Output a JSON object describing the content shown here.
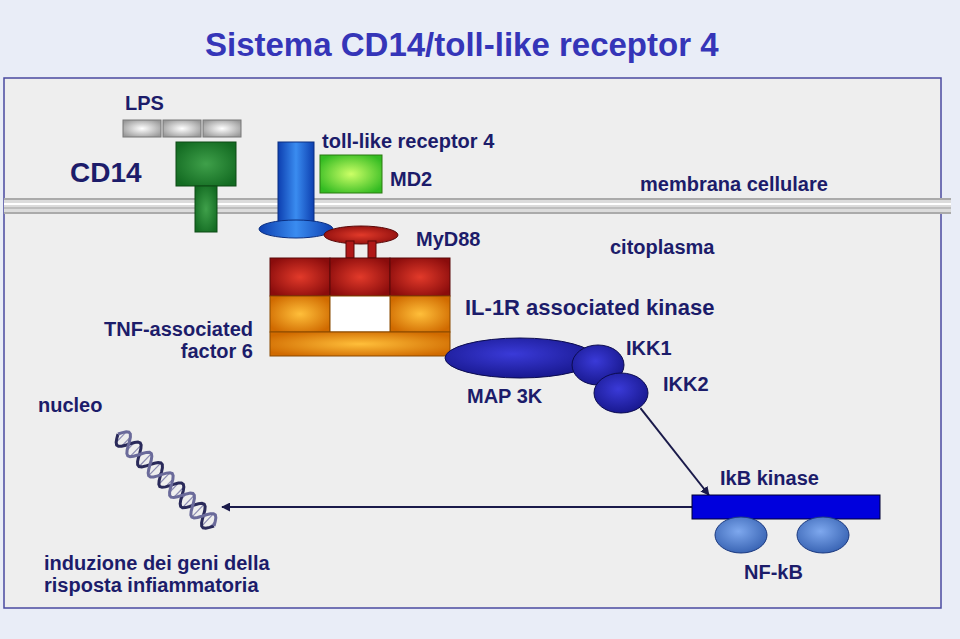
{
  "diagram": {
    "title": "Sistema CD14/toll-like receptor 4",
    "nodes": [
      {
        "text": [
          "CD14"
        ]
      },
      {
        "text": [
          "toll-like receptor 4"
        ]
      },
      {
        "text": [
          "MD2"
        ]
      },
      {
        "text": [
          "MyD88"
        ]
      },
      {
        "text": [
          "TNF-associated factor 6"
        ]
      },
      {
        "text": [
          "MAP 3K"
        ]
      },
      {
        "text": [
          "IKK1"
        ]
      },
      {
        "text": [
          "IKK2"
        ]
      },
      {
        "text": [
          "IkB kinase"
        ]
      },
      {
        "text": [
          "induzione dei geni della risposta infiammatoria"
        ]
      }
    ],
    "edges": [
      {
        "from": 7,
        "to": 8,
        "arrow": "to"
      },
      {
        "from": 8,
        "to": 9,
        "arrow": "to"
      }
    ],
    "labels": [
      "LPS",
      "membrana cellulare",
      "citoplasma",
      "IL-1R associated kinase",
      "nucleo",
      "NF-kB"
    ]
  }
}
